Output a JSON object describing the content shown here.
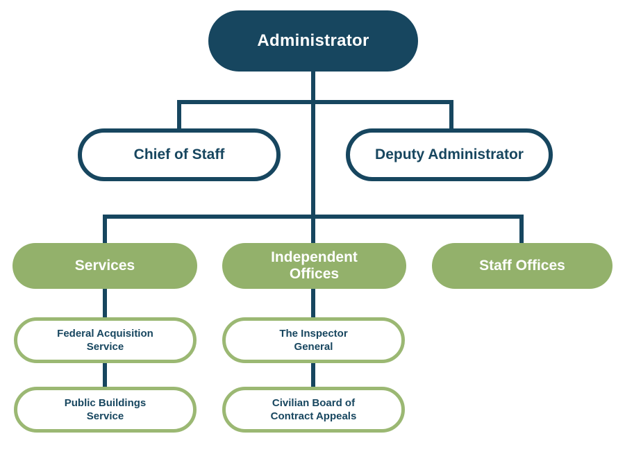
{
  "diagram_type": "org-chart",
  "colors": {
    "navy": "#17465f",
    "green_fill": "#93b16b",
    "green_border": "#9bb873",
    "white": "#ffffff"
  },
  "nodes": {
    "administrator": {
      "label": "Administrator",
      "level": 1
    },
    "chief_of_staff": {
      "label": "Chief of Staff",
      "level": 2
    },
    "deputy_administrator": {
      "label": "Deputy Administrator",
      "level": 2
    },
    "services": {
      "label": "Services",
      "level": 3
    },
    "independent_offices": {
      "label": "Independent\nOffices",
      "level": 3
    },
    "staff_offices": {
      "label": "Staff Offices",
      "level": 3
    },
    "federal_acquisition_service": {
      "label": "Federal Acquisition\nService",
      "level": 4
    },
    "public_buildings_service": {
      "label": "Public Buildings\nService",
      "level": 4
    },
    "the_inspector_general": {
      "label": "The Inspector\nGeneral",
      "level": 4
    },
    "civilian_board_of_contract_appeals": {
      "label": "Civilian Board of\nContract Appeals",
      "level": 4
    }
  },
  "edges": [
    "administrator->chief_of_staff",
    "administrator->deputy_administrator",
    "administrator->services",
    "administrator->independent_offices",
    "administrator->staff_offices",
    "services->federal_acquisition_service",
    "federal_acquisition_service->public_buildings_service",
    "independent_offices->the_inspector_general",
    "the_inspector_general->civilian_board_of_contract_appeals"
  ]
}
